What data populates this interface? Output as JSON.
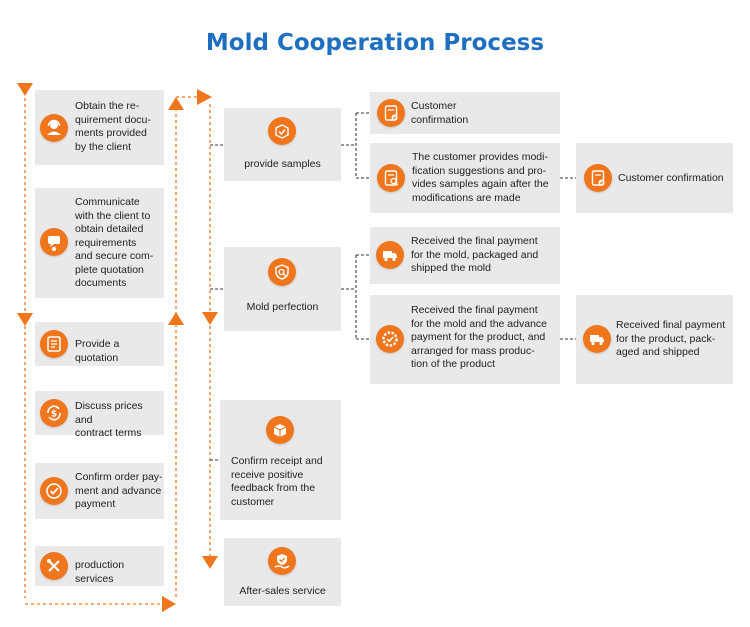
{
  "title": "Mold Cooperation Process",
  "colors": {
    "title": "#1f6fc1",
    "accent": "#f0761d",
    "box": "#e9e9e9",
    "arrow": "#f0761d",
    "connector": "#333333"
  },
  "left_steps": [
    {
      "text": "Obtain the re-\nquirement docu-\nments provided\nby the client",
      "icon": "person-headset-icon"
    },
    {
      "text": "Communicate\nwith the client to\nobtain detailed\nrequirements\nand secure com-\nplete quotation\ndocuments",
      "icon": "chat-person-icon"
    },
    {
      "text": "Provide a quotation",
      "icon": "quotation-document-icon"
    },
    {
      "text": "Discuss prices and\ncontract terms",
      "icon": "price-cycle-icon"
    },
    {
      "text": "Confirm order pay-\nment and advance\npayment",
      "icon": "checkmark-icon"
    },
    {
      "text": "production services",
      "icon": "tools-icon"
    }
  ],
  "middle_steps": [
    {
      "text": "provide samples",
      "icon": "sample-box-icon"
    },
    {
      "text": "Mold perfection",
      "icon": "shield-search-icon"
    },
    {
      "text": "Confirm receipt and\nreceive positive\nfeedback from the\ncustomer",
      "icon": "package-icon"
    },
    {
      "text": "After-sales service",
      "icon": "hand-shield-icon"
    }
  ],
  "branches": {
    "samples_confirm": {
      "text": "Customer\nconfirmation",
      "icon": "document-check-icon"
    },
    "samples_modify": {
      "text": "The customer provides modi-\nfication suggestions and pro-\nvides samples again after the\nmodifications are made",
      "icon": "document-search-icon"
    },
    "samples_modify_result": {
      "text": "Customer confirmation",
      "icon": "document-check-icon"
    },
    "perfection_ship": {
      "text": "Received the final payment\nfor the mold, packaged and\nshipped the mold",
      "icon": "delivery-truck-icon"
    },
    "perfection_mass": {
      "text": "Received the final payment\nfor the mold and the advance\npayment for the product, and\narranged for mass produc-\ntion of the product",
      "icon": "gear-check-icon"
    },
    "perfection_mass_result": {
      "text": "Received final payment\nfor the product, pack-\naged and shipped",
      "icon": "delivery-truck-icon"
    }
  }
}
